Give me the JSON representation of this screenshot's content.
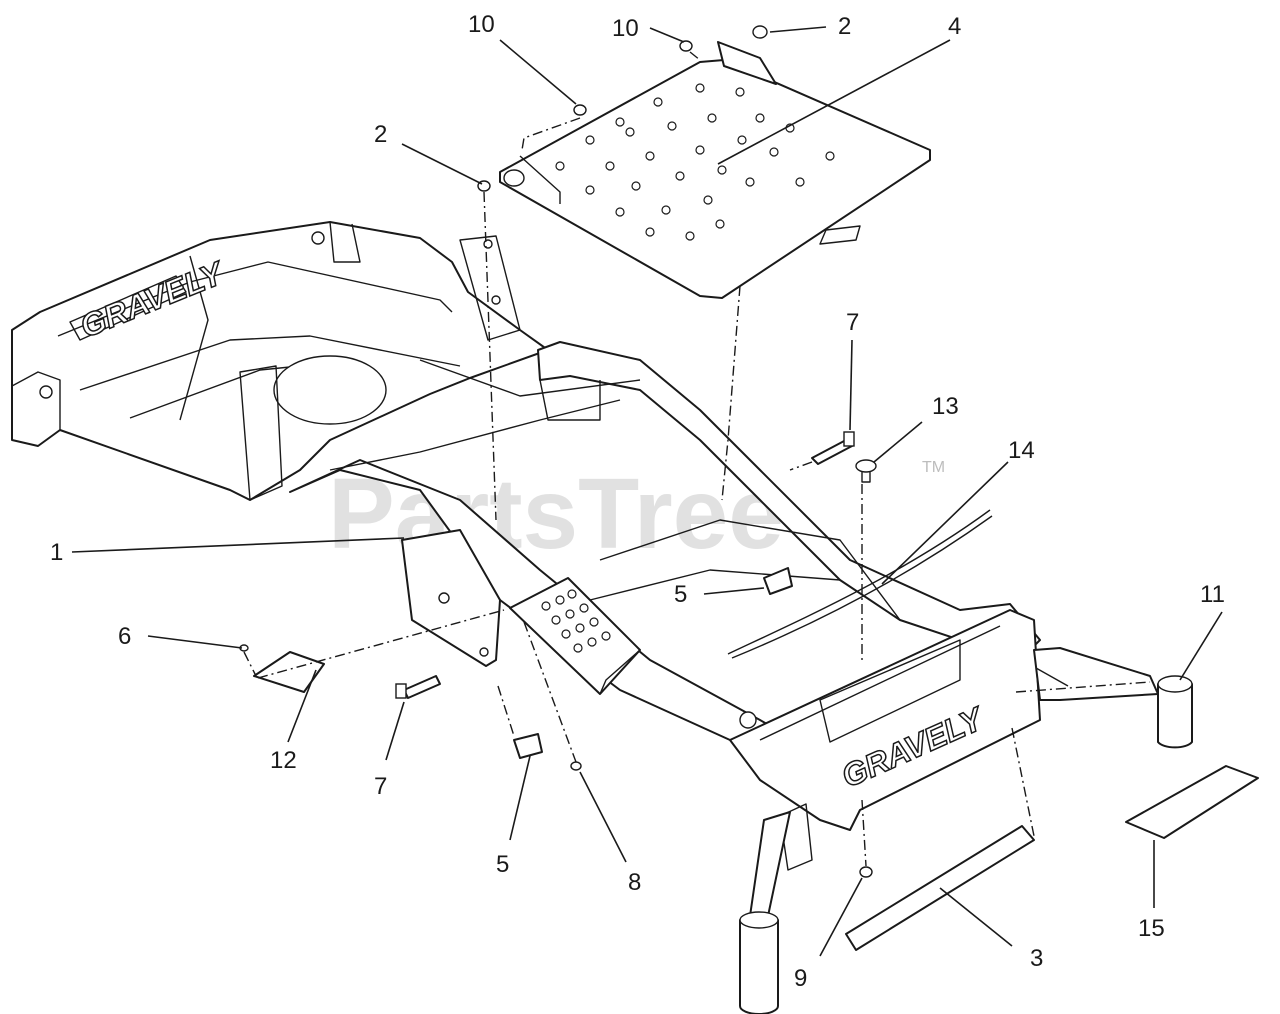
{
  "watermark": {
    "text": "PartsTree",
    "trademark": "TM"
  },
  "frame_brand": {
    "front": "GRAVELY",
    "rear": "GRAVELY"
  },
  "callouts": [
    {
      "id": "c1",
      "label": "1"
    },
    {
      "id": "c2a",
      "label": "2"
    },
    {
      "id": "c2b",
      "label": "2"
    },
    {
      "id": "c3",
      "label": "3"
    },
    {
      "id": "c4",
      "label": "4"
    },
    {
      "id": "c5a",
      "label": "5"
    },
    {
      "id": "c5b",
      "label": "5"
    },
    {
      "id": "c6",
      "label": "6"
    },
    {
      "id": "c7a",
      "label": "7"
    },
    {
      "id": "c7b",
      "label": "7"
    },
    {
      "id": "c8",
      "label": "8"
    },
    {
      "id": "c9",
      "label": "9"
    },
    {
      "id": "c10a",
      "label": "10"
    },
    {
      "id": "c10b",
      "label": "10"
    },
    {
      "id": "c11",
      "label": "11"
    },
    {
      "id": "c12",
      "label": "12"
    },
    {
      "id": "c13",
      "label": "13"
    },
    {
      "id": "c14",
      "label": "14"
    },
    {
      "id": "c15",
      "label": "15"
    }
  ]
}
